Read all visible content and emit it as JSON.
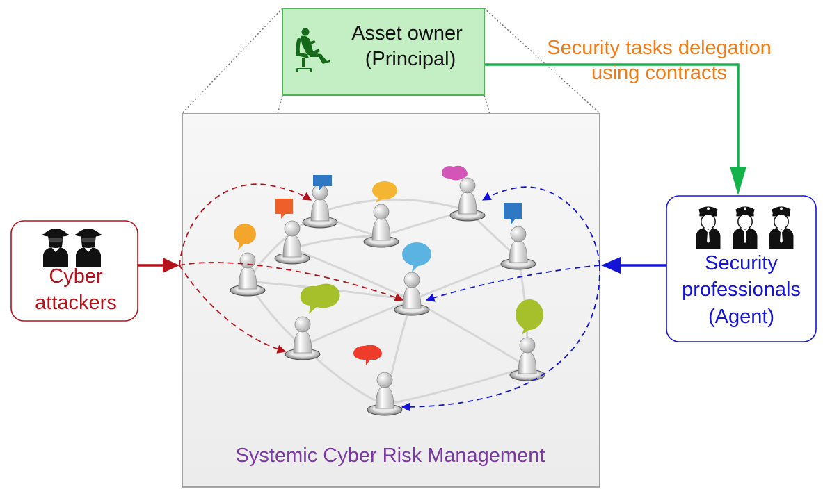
{
  "principal": {
    "title": "Asset owner",
    "subtitle": "(Principal)"
  },
  "delegation": {
    "line1": "Security tasks delegation",
    "line2": "using contracts"
  },
  "attackers": {
    "line1": "Cyber",
    "line2": "attackers"
  },
  "agent": {
    "line1": "Security",
    "line2": "professionals",
    "line3": "(Agent)"
  },
  "network": {
    "caption": "Systemic Cyber Risk Management"
  },
  "colors": {
    "principal_fill": "#c4eec4",
    "principal_border": "#4fb35a",
    "delegation_text": "#f07a16",
    "delegation_arrow": "#14b24a",
    "attacker": "#b5121b",
    "agent": "#1414d8",
    "caption": "#7b3aa3",
    "panel_fill": "#f2f2f2"
  },
  "icons": {
    "principal": "seated-person-icon",
    "attackers": "hooded-figure-icon",
    "agents": "police-officer-icon",
    "network": "network-person-node-icon"
  }
}
